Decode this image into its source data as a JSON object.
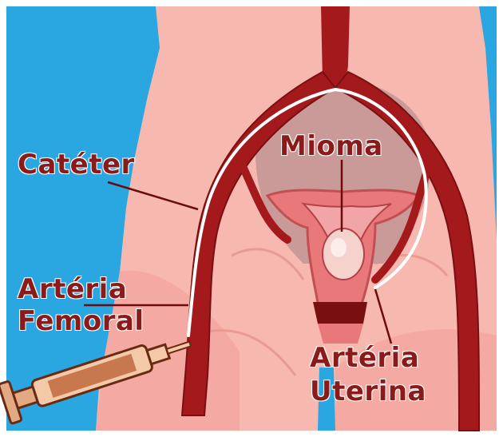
{
  "labels": {
    "mioma": "Mioma",
    "cateter": "Catéter",
    "arteria_femoral_line1": "Artéria",
    "arteria_femoral_line2": "Femoral",
    "arteria_uterina_line1": "Artéria",
    "arteria_uterina_line2": "Uterina"
  },
  "colors": {
    "background_blue": "#2aa6e0",
    "skin": "#f7b8b0",
    "skin_shadow": "#e99a92",
    "artery": "#a3191c",
    "artery_dark": "#7a0f12",
    "uterus": "#e8787a",
    "uterus_cavity": "#b98a8c",
    "label_text": "#8b1a1a",
    "catheter": "#ffffff"
  }
}
